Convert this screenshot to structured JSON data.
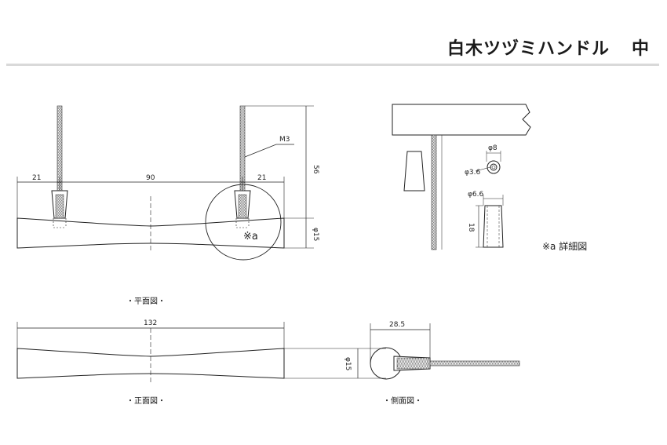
{
  "title": {
    "name": "白木ツヅミハンドル",
    "size": "中"
  },
  "views": {
    "plan": {
      "caption": "・平面図・",
      "dim_left": "21",
      "dim_center": "90",
      "dim_right": "21",
      "dim_height": "56",
      "dim_dia": "φ15",
      "thread": "M3",
      "detail_mark": "※a"
    },
    "front": {
      "caption": "・正面図・",
      "dim_length": "132"
    },
    "side": {
      "caption": "・側面図・",
      "dim_width": "28.5",
      "dim_dia": "φ15"
    },
    "detail": {
      "caption": "※a 詳細図",
      "dia_outer": "φ8",
      "dia_inner": "φ3.6",
      "dia_insert": "φ6.6",
      "length": "18"
    }
  }
}
